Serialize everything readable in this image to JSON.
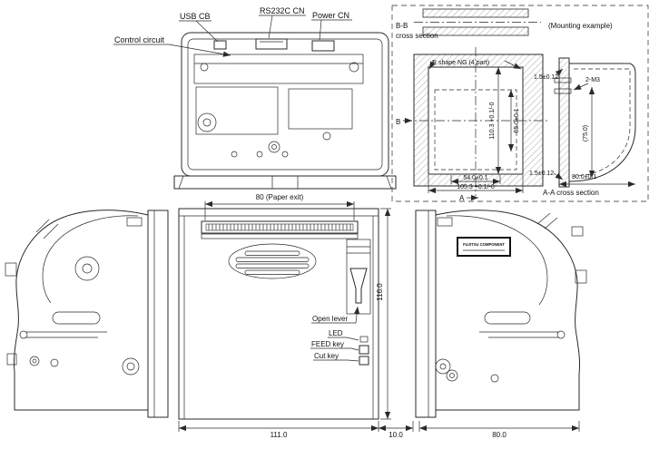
{
  "colors": {
    "line": "#2a2a2a",
    "background": "#ffffff"
  },
  "top_view": {
    "usb": "USB CB",
    "rs232": "RS232C CN",
    "power": "Power CN",
    "control": "Control circuit"
  },
  "mounting": {
    "caption": "(Mounting example)",
    "bb_title": "B-B",
    "bb_subtitle": "cross section",
    "r_shape": "R shape NG (4 part)",
    "dim_hole_h": "110.3 +0.1/-0",
    "dim_65": "65.0±0.1",
    "dim_54": "54.0±0.1",
    "dim_hole_w": "105.3 +0.1/-0",
    "dim_t_top": "1.5±0.12",
    "dim_m3": "2-M3",
    "dim_75": "(75.0)",
    "dim_t_bottom": "1.5±0.12",
    "dim_80": "80.0±0.1",
    "aa_title": "A-A cross section",
    "marker_a": "A",
    "marker_b": "B"
  },
  "front_view": {
    "paper_exit": "80 (Paper exit)",
    "open_lever": "Open lever",
    "led": "LED",
    "feed_key": "FEED key",
    "cut_key": "Cut key",
    "dim_height": "116.0",
    "dim_width": "111.0"
  },
  "side_view": {
    "nameplate": "FUJITSU COMPONENT",
    "dim_gap": "10.0",
    "dim_depth": "80.0"
  }
}
